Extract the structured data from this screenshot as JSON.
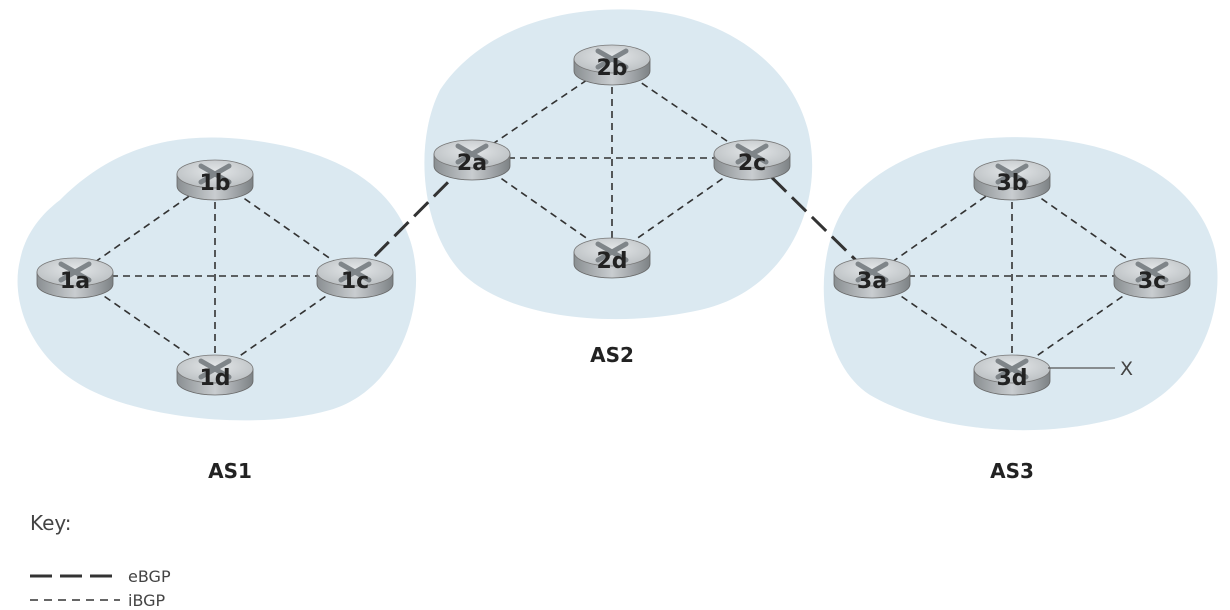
{
  "autonomous_systems": [
    {
      "id": "AS1",
      "label": "AS1",
      "routers": [
        "1a",
        "1b",
        "1c",
        "1d"
      ]
    },
    {
      "id": "AS2",
      "label": "AS2",
      "routers": [
        "2a",
        "2b",
        "2c",
        "2d"
      ]
    },
    {
      "id": "AS3",
      "label": "AS3",
      "routers": [
        "3a",
        "3b",
        "3c",
        "3d"
      ]
    }
  ],
  "ibgp_links": [
    [
      "1a",
      "1b"
    ],
    [
      "1a",
      "1c"
    ],
    [
      "1a",
      "1d"
    ],
    [
      "1b",
      "1c"
    ],
    [
      "1b",
      "1d"
    ],
    [
      "1c",
      "1d"
    ],
    [
      "2a",
      "2b"
    ],
    [
      "2a",
      "2c"
    ],
    [
      "2a",
      "2d"
    ],
    [
      "2b",
      "2c"
    ],
    [
      "2b",
      "2d"
    ],
    [
      "2c",
      "2d"
    ],
    [
      "3a",
      "3b"
    ],
    [
      "3a",
      "3c"
    ],
    [
      "3a",
      "3d"
    ],
    [
      "3b",
      "3c"
    ],
    [
      "3b",
      "3d"
    ],
    [
      "3c",
      "3d"
    ]
  ],
  "ebgp_links": [
    [
      "1c",
      "2a"
    ],
    [
      "2c",
      "3a"
    ]
  ],
  "external_prefix": {
    "router": "3d",
    "label": "X"
  },
  "key": {
    "title": "Key:",
    "ebgp": "eBGP",
    "ibgp": "iBGP"
  },
  "colors": {
    "cloud": "#dbe9f1",
    "link": "#333333"
  }
}
